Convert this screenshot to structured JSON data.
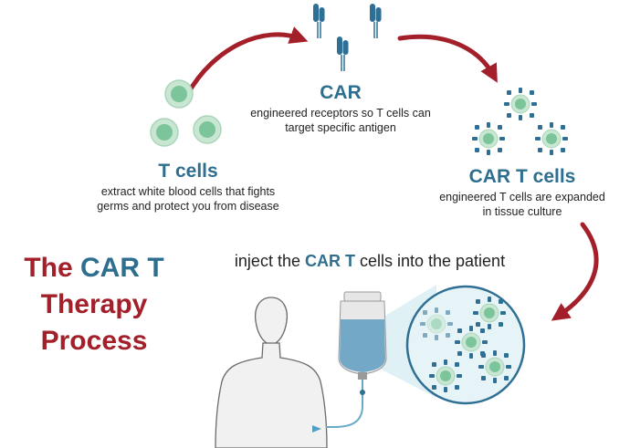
{
  "steps": {
    "tcells": {
      "heading": "T cells",
      "desc": "extract white blood cells that fights germs and protect you from disease"
    },
    "car": {
      "heading": "CAR",
      "desc": "engineered receptors so T cells can target specific antigen"
    },
    "cart": {
      "heading": "CAR T cells",
      "desc": "engineered T cells are expanded in tissue culture"
    }
  },
  "inject": {
    "before": "inject the ",
    "highlight": "CAR T",
    "after": " cells into the patient"
  },
  "title": {
    "word1": "The",
    "word2": "CAR T",
    "word3": "Therapy",
    "word4": "Process"
  },
  "colors": {
    "arrow": "#a31f2a",
    "accent_blue": "#2e6e8e",
    "cell_fill": "#c9e6d3",
    "cell_core": "#7cc49a",
    "receptor": "#2f6f94",
    "zoom_circle": "#d8eef3"
  },
  "icons": {
    "arrow": "curved-arrow-icon",
    "cell": "t-cell-icon",
    "receptor": "car-receptor-icon",
    "cart_cell": "car-t-cell-icon",
    "patient": "patient-silhouette-icon",
    "iv_bag": "iv-bag-icon"
  }
}
